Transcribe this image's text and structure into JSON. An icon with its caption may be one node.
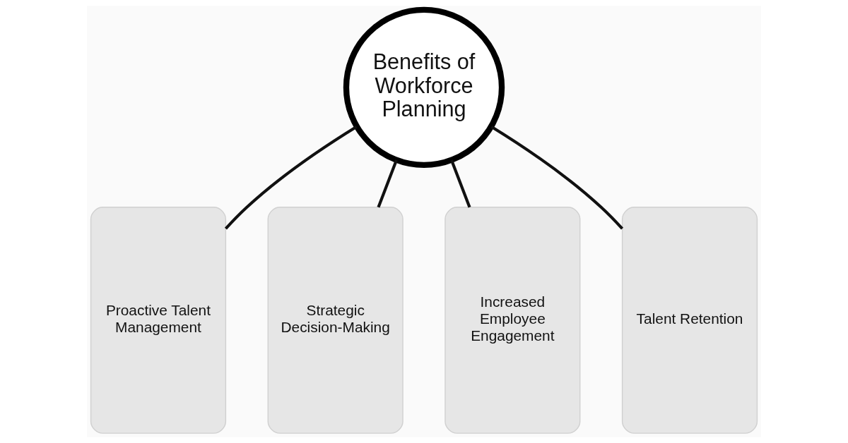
{
  "diagram": {
    "nodes": [
      {
        "text": [
          "Benefits of Workforce Planning"
        ]
      },
      {
        "text": [
          "Proactive Talent Management"
        ]
      },
      {
        "text": [
          "Strategic Decision-Making"
        ]
      },
      {
        "text": [
          "Increased Employee Engagement"
        ]
      },
      {
        "text": [
          "Talent Retention"
        ]
      }
    ],
    "edges": [
      {
        "from": 0,
        "to": 1,
        "arrow": "none"
      },
      {
        "from": 0,
        "to": 2,
        "arrow": "none"
      },
      {
        "from": 0,
        "to": 3,
        "arrow": "none"
      },
      {
        "from": 0,
        "to": 4,
        "arrow": "none"
      }
    ]
  }
}
